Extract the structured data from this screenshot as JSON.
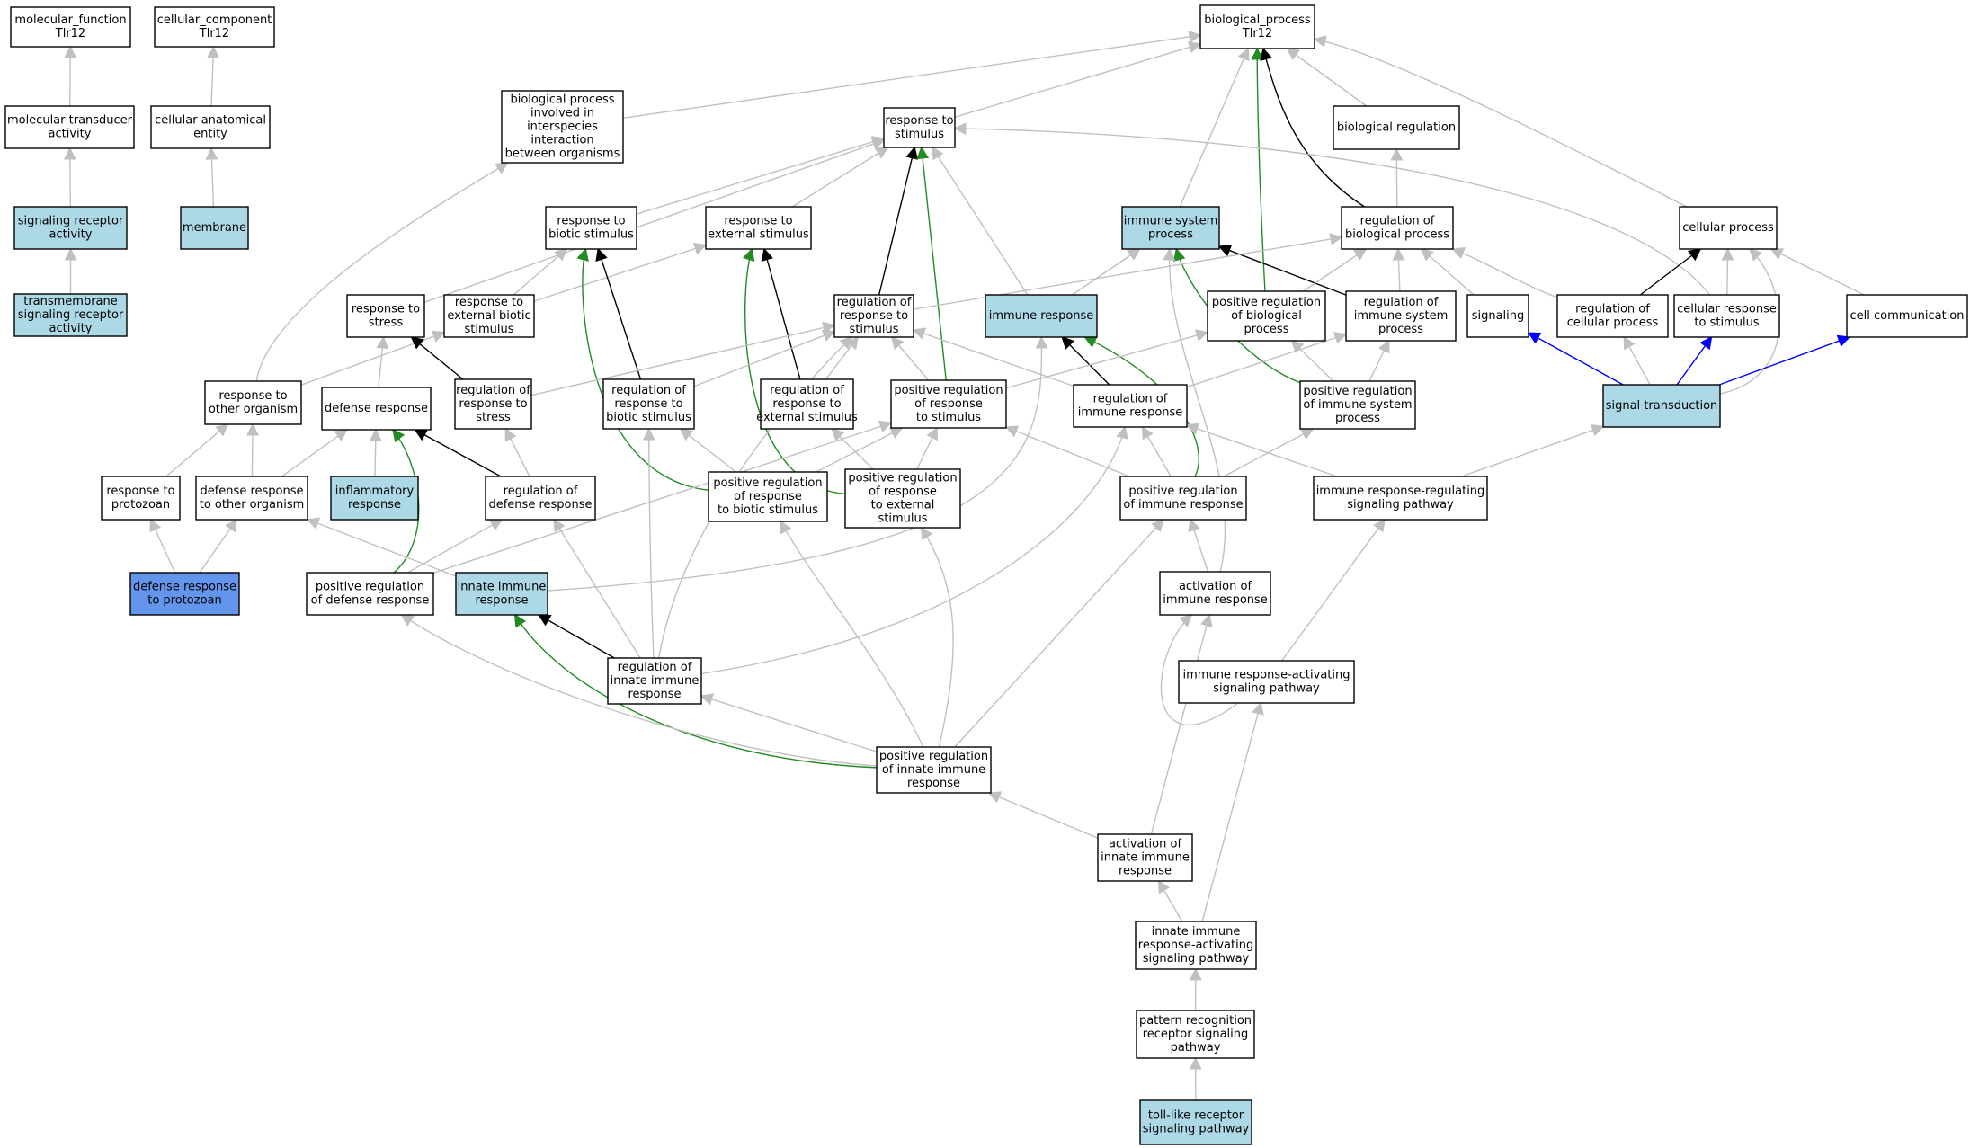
{
  "colors": {
    "plain": "#ffffff",
    "annotated": "#add8e6",
    "query": "#6495ed",
    "is_a": "#c0c0c0",
    "part_of": "#000000",
    "positively_regulates": "#228b22",
    "regulates": "#0000ff"
  },
  "nodes": {
    "mf": {
      "lines": [
        "molecular_function",
        "Tlr12"
      ],
      "fill": "plain"
    },
    "cc": {
      "lines": [
        "cellular_component",
        "Tlr12"
      ],
      "fill": "plain"
    },
    "bp": {
      "lines": [
        "biological_process",
        "Tlr12"
      ],
      "fill": "plain"
    },
    "mta": {
      "lines": [
        "molecular transducer",
        "activity"
      ],
      "fill": "plain"
    },
    "cae": {
      "lines": [
        "cellular anatomical",
        "entity"
      ],
      "fill": "plain"
    },
    "bpii": {
      "lines": [
        "biological process",
        "involved in",
        "interspecies",
        "interaction",
        "between organisms"
      ],
      "fill": "plain"
    },
    "rts": {
      "lines": [
        "response to",
        "stimulus"
      ],
      "fill": "plain"
    },
    "breg": {
      "lines": [
        "biological regulation"
      ],
      "fill": "plain"
    },
    "sra": {
      "lines": [
        "signaling receptor",
        "activity"
      ],
      "fill": "annotated"
    },
    "mem": {
      "lines": [
        "membrane"
      ],
      "fill": "annotated"
    },
    "tsra": {
      "lines": [
        "transmembrane",
        "signaling receptor",
        "activity"
      ],
      "fill": "annotated"
    },
    "rtbs": {
      "lines": [
        "response to",
        "biotic stimulus"
      ],
      "fill": "plain"
    },
    "rtes": {
      "lines": [
        "response to",
        "external stimulus"
      ],
      "fill": "plain"
    },
    "isp": {
      "lines": [
        "immune system",
        "process"
      ],
      "fill": "annotated"
    },
    "robp": {
      "lines": [
        "regulation of",
        "biological process"
      ],
      "fill": "plain"
    },
    "cp": {
      "lines": [
        "cellular process"
      ],
      "fill": "plain"
    },
    "rtstress": {
      "lines": [
        "response to",
        "stress"
      ],
      "fill": "plain"
    },
    "rtebs": {
      "lines": [
        "response to",
        "external biotic",
        "stimulus"
      ],
      "fill": "plain"
    },
    "rorts": {
      "lines": [
        "regulation of",
        "response to",
        "stimulus"
      ],
      "fill": "plain"
    },
    "ir": {
      "lines": [
        "immune response"
      ],
      "fill": "annotated"
    },
    "prbp": {
      "lines": [
        "positive regulation",
        "of biological",
        "process"
      ],
      "fill": "plain"
    },
    "risp": {
      "lines": [
        "regulation of",
        "immune system",
        "process"
      ],
      "fill": "plain"
    },
    "sig": {
      "lines": [
        "signaling"
      ],
      "fill": "plain"
    },
    "rocp": {
      "lines": [
        "regulation of",
        "cellular process"
      ],
      "fill": "plain"
    },
    "crts": {
      "lines": [
        "cellular response",
        "to stimulus"
      ],
      "fill": "plain"
    },
    "cc2": {
      "lines": [
        "cell communication"
      ],
      "fill": "plain"
    },
    "rtoo": {
      "lines": [
        "response to",
        "other organism"
      ],
      "fill": "plain"
    },
    "dr": {
      "lines": [
        "defense response"
      ],
      "fill": "plain"
    },
    "rorstress": {
      "lines": [
        "regulation of",
        "response to",
        "stress"
      ],
      "fill": "plain"
    },
    "rortbs": {
      "lines": [
        "regulation of",
        "response to",
        "biotic stimulus"
      ],
      "fill": "plain"
    },
    "rortes": {
      "lines": [
        "regulation of",
        "response to",
        "external stimulus"
      ],
      "fill": "plain"
    },
    "prrts": {
      "lines": [
        "positive regulation",
        "of response",
        "to stimulus"
      ],
      "fill": "plain"
    },
    "rir": {
      "lines": [
        "regulation of",
        "immune response"
      ],
      "fill": "plain"
    },
    "prisp": {
      "lines": [
        "positive regulation",
        "of immune system",
        "process"
      ],
      "fill": "plain"
    },
    "st": {
      "lines": [
        "signal transduction"
      ],
      "fill": "annotated"
    },
    "rtprot": {
      "lines": [
        "response to",
        "protozoan"
      ],
      "fill": "plain"
    },
    "drtoo": {
      "lines": [
        "defense response",
        "to other organism"
      ],
      "fill": "plain"
    },
    "inflam": {
      "lines": [
        "inflammatory",
        "response"
      ],
      "fill": "annotated"
    },
    "rodr": {
      "lines": [
        "regulation of",
        "defense response"
      ],
      "fill": "plain"
    },
    "prrtbs": {
      "lines": [
        "positive regulation",
        "of response",
        "to biotic stimulus"
      ],
      "fill": "plain"
    },
    "prrtes": {
      "lines": [
        "positive regulation",
        "of response",
        "to external",
        "stimulus"
      ],
      "fill": "plain"
    },
    "prir": {
      "lines": [
        "positive regulation",
        "of immune response"
      ],
      "fill": "plain"
    },
    "irrsp": {
      "lines": [
        "immune response-regulating",
        "signaling pathway"
      ],
      "fill": "plain"
    },
    "drtp": {
      "lines": [
        "defense response",
        "to protozoan"
      ],
      "fill": "query"
    },
    "prdr": {
      "lines": [
        "positive regulation",
        "of defense response"
      ],
      "fill": "plain"
    },
    "iir": {
      "lines": [
        "innate immune",
        "response"
      ],
      "fill": "annotated"
    },
    "aoir": {
      "lines": [
        "activation of",
        "immune response"
      ],
      "fill": "plain"
    },
    "roiir": {
      "lines": [
        "regulation of",
        "innate immune",
        "response"
      ],
      "fill": "plain"
    },
    "irasp": {
      "lines": [
        "immune response-activating",
        "signaling pathway"
      ],
      "fill": "plain"
    },
    "priir": {
      "lines": [
        "positive regulation",
        "of innate immune",
        "response"
      ],
      "fill": "plain"
    },
    "aoiir": {
      "lines": [
        "activation of",
        "innate immune",
        "response"
      ],
      "fill": "plain"
    },
    "iirasp": {
      "lines": [
        "innate immune",
        "response-activating",
        "signaling pathway"
      ],
      "fill": "plain"
    },
    "prrsp": {
      "lines": [
        "pattern recognition",
        "receptor signaling",
        "pathway"
      ],
      "fill": "plain"
    },
    "tlrsp": {
      "lines": [
        "toll-like receptor",
        "signaling pathway"
      ],
      "fill": "annotated"
    }
  },
  "edges": [
    [
      "mta",
      "mf",
      "is_a"
    ],
    [
      "cae",
      "cc",
      "is_a"
    ],
    [
      "sra",
      "mta",
      "is_a"
    ],
    [
      "mem",
      "cae",
      "is_a"
    ],
    [
      "tsra",
      "sra",
      "is_a"
    ],
    [
      "bpii",
      "bp",
      "is_a"
    ],
    [
      "rts",
      "bp",
      "is_a"
    ],
    [
      "breg",
      "bp",
      "is_a"
    ],
    [
      "isp",
      "bp",
      "is_a"
    ],
    [
      "cp",
      "bp",
      "is_a"
    ],
    [
      "prbp",
      "bp",
      "positively_regulates"
    ],
    [
      "robp",
      "bp",
      "part_of"
    ],
    [
      "robp",
      "breg",
      "is_a"
    ],
    [
      "rtbs",
      "rts",
      "is_a"
    ],
    [
      "rtes",
      "rts",
      "is_a"
    ],
    [
      "rtstress",
      "rts",
      "is_a"
    ],
    [
      "ir",
      "rts",
      "is_a"
    ],
    [
      "crts",
      "rts",
      "is_a"
    ],
    [
      "rorts",
      "rts",
      "part_of"
    ],
    [
      "prrts",
      "rts",
      "positively_regulates"
    ],
    [
      "rtebs",
      "rtbs",
      "is_a"
    ],
    [
      "rtebs",
      "rtes",
      "is_a"
    ],
    [
      "rortbs",
      "rtbs",
      "part_of"
    ],
    [
      "rortes",
      "rtes",
      "part_of"
    ],
    [
      "prrtbs",
      "rtbs",
      "positively_regulates"
    ],
    [
      "prrtes",
      "rtes",
      "positively_regulates"
    ],
    [
      "ir",
      "isp",
      "is_a"
    ],
    [
      "prisp",
      "isp",
      "positively_regulates"
    ],
    [
      "risp",
      "isp",
      "part_of"
    ],
    [
      "rorts",
      "robp",
      "is_a"
    ],
    [
      "prbp",
      "robp",
      "is_a"
    ],
    [
      "risp",
      "robp",
      "is_a"
    ],
    [
      "sig",
      "robp",
      "is_a"
    ],
    [
      "rocp",
      "robp",
      "is_a"
    ],
    [
      "rocp",
      "cp",
      "part_of"
    ],
    [
      "crts",
      "cp",
      "is_a"
    ],
    [
      "cc2",
      "cp",
      "is_a"
    ],
    [
      "st",
      "cp",
      "is_a"
    ],
    [
      "st",
      "sig",
      "regulates"
    ],
    [
      "st",
      "crts",
      "regulates"
    ],
    [
      "st",
      "cc2",
      "regulates"
    ],
    [
      "st",
      "rocp",
      "is_a"
    ],
    [
      "rtoo",
      "bpii",
      "is_a"
    ],
    [
      "rtoo",
      "rtebs",
      "is_a"
    ],
    [
      "dr",
      "rtstress",
      "is_a"
    ],
    [
      "rorstress",
      "rtstress",
      "part_of"
    ],
    [
      "rorstress",
      "rorts",
      "is_a"
    ],
    [
      "rortbs",
      "rorts",
      "is_a"
    ],
    [
      "rortes",
      "rorts",
      "is_a"
    ],
    [
      "prrts",
      "rorts",
      "is_a"
    ],
    [
      "rir",
      "rorts",
      "is_a"
    ],
    [
      "rir",
      "ir",
      "part_of"
    ],
    [
      "prir",
      "ir",
      "positively_regulates"
    ],
    [
      "prisp",
      "prbp",
      "is_a"
    ],
    [
      "prisp",
      "risp",
      "is_a"
    ],
    [
      "rir",
      "risp",
      "is_a"
    ],
    [
      "prrts",
      "prbp",
      "is_a"
    ],
    [
      "aoir",
      "isp",
      "is_a"
    ],
    [
      "rtprot",
      "rtoo",
      "is_a"
    ],
    [
      "drtoo",
      "rtoo",
      "is_a"
    ],
    [
      "drtoo",
      "dr",
      "is_a"
    ],
    [
      "inflam",
      "dr",
      "is_a"
    ],
    [
      "rodr",
      "dr",
      "part_of"
    ],
    [
      "rodr",
      "rorstress",
      "is_a"
    ],
    [
      "prrtbs",
      "rortbs",
      "is_a"
    ],
    [
      "prrtbs",
      "prrts",
      "is_a"
    ],
    [
      "prrtes",
      "rortes",
      "is_a"
    ],
    [
      "prrtes",
      "prrts",
      "is_a"
    ],
    [
      "prir",
      "prrts",
      "is_a"
    ],
    [
      "prir",
      "rir",
      "is_a"
    ],
    [
      "prir",
      "prisp",
      "is_a"
    ],
    [
      "irrsp",
      "rir",
      "is_a"
    ],
    [
      "irrsp",
      "st",
      "is_a"
    ],
    [
      "drtp",
      "rtprot",
      "is_a"
    ],
    [
      "drtp",
      "drtoo",
      "is_a"
    ],
    [
      "prdr",
      "rodr",
      "is_a"
    ],
    [
      "prdr",
      "prrts",
      "is_a"
    ],
    [
      "prdr",
      "dr",
      "positively_regulates"
    ],
    [
      "iir",
      "drtoo",
      "is_a"
    ],
    [
      "iir",
      "ir",
      "is_a"
    ],
    [
      "roiir",
      "iir",
      "part_of"
    ],
    [
      "roiir",
      "rir",
      "is_a"
    ],
    [
      "roiir",
      "rodr",
      "is_a"
    ],
    [
      "roiir",
      "rortbs",
      "is_a"
    ],
    [
      "roiir",
      "rorts",
      "is_a"
    ],
    [
      "aoir",
      "prir",
      "is_a"
    ],
    [
      "irasp",
      "aoir",
      "is_a"
    ],
    [
      "irasp",
      "irrsp",
      "is_a"
    ],
    [
      "priir",
      "iir",
      "positively_regulates"
    ],
    [
      "priir",
      "roiir",
      "is_a"
    ],
    [
      "priir",
      "prdr",
      "is_a"
    ],
    [
      "priir",
      "prir",
      "is_a"
    ],
    [
      "priir",
      "prrtbs",
      "is_a"
    ],
    [
      "priir",
      "prrtes",
      "is_a"
    ],
    [
      "aoiir",
      "priir",
      "is_a"
    ],
    [
      "aoiir",
      "aoir",
      "is_a"
    ],
    [
      "iirasp",
      "aoiir",
      "is_a"
    ],
    [
      "iirasp",
      "irasp",
      "is_a"
    ],
    [
      "prrsp",
      "iirasp",
      "is_a"
    ],
    [
      "tlrsp",
      "prrsp",
      "is_a"
    ]
  ]
}
